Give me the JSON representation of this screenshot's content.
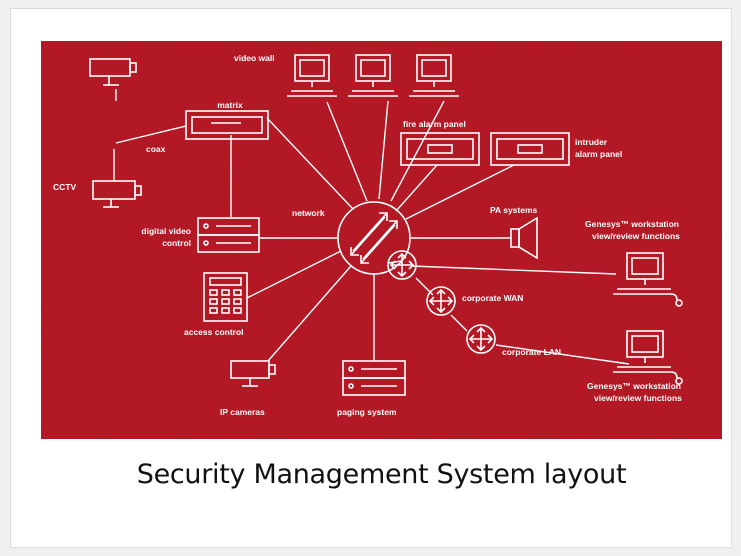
{
  "caption": "Security Management System layout",
  "colors": {
    "background": "#b3151f",
    "line": "#ffffff",
    "caption": "#111111"
  },
  "diagram": {
    "labels": {
      "video_wall": "video wall",
      "matrix": "matrix",
      "coax": "coax",
      "cctv": "CCTV",
      "fire_alarm_panel": "fire alarm panel",
      "intruder": "intruder",
      "alarm_panel": "alarm panel",
      "network": "network",
      "digital_video": "digital video",
      "control": "control",
      "pa_systems": "PA systems",
      "genesys_ws_1": "Genesys™ workstation",
      "view_review_1": "view/review functions",
      "corporate_wan": "corporate WAN",
      "corporate_lan": "corporate LAN",
      "access_control": "access control",
      "genesys_ws_2": "Genesys™ workstation",
      "view_review_2": "view/review functions",
      "ip_cameras": "IP cameras",
      "paging_system": "paging system"
    },
    "icons": [
      "cctv-camera-icon",
      "monitor-icon",
      "matrix-switcher-icon",
      "alarm-panel-icon",
      "dvr-icon",
      "network-hub-icon",
      "router-icon",
      "speaker-icon",
      "keypad-icon",
      "ip-camera-icon",
      "paging-unit-icon"
    ]
  }
}
